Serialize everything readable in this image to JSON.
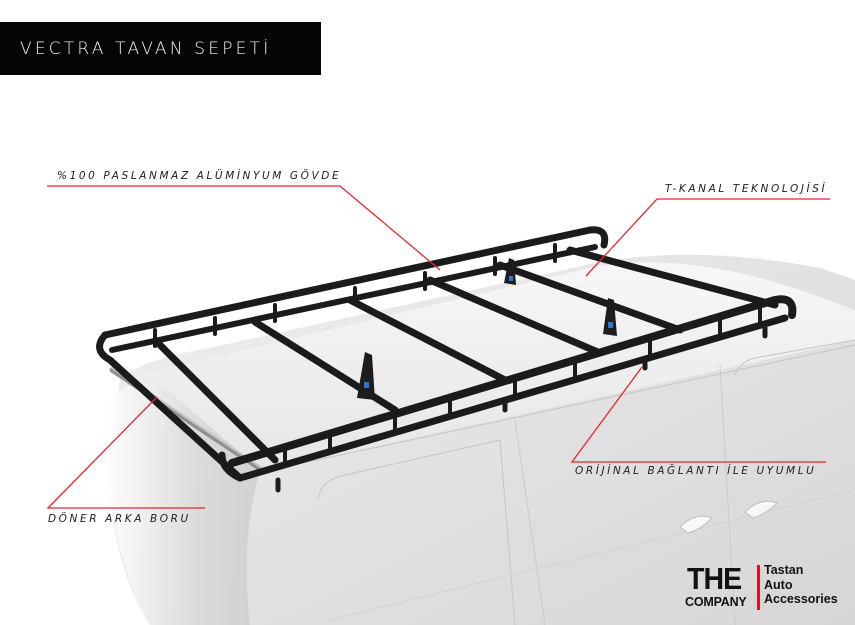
{
  "header": {
    "title": "VECTRA TAVAN SEPETİ"
  },
  "callouts": [
    {
      "id": "body",
      "label": "%100 PASLANMAZ ALÜMİNYUM GÖVDE"
    },
    {
      "id": "tchannel",
      "label": "T-KANAL TEKNOLOJİSİ"
    },
    {
      "id": "mount",
      "label": "ORİJİNAL BAĞLANTI İLE UYUMLU"
    },
    {
      "id": "rear",
      "label": "DÖNER ARKA BORU"
    }
  ],
  "logo": {
    "main": "THE",
    "sub": "COMPANY",
    "side_lines": [
      "Tastan",
      "Auto",
      "Accessories"
    ],
    "accent_color": "#e0101c"
  },
  "colors": {
    "leader_line": "#e8262d",
    "rack": "#1b1b1b",
    "van_body": "#e4e4e4",
    "clip_accent": "#2a78d4"
  }
}
